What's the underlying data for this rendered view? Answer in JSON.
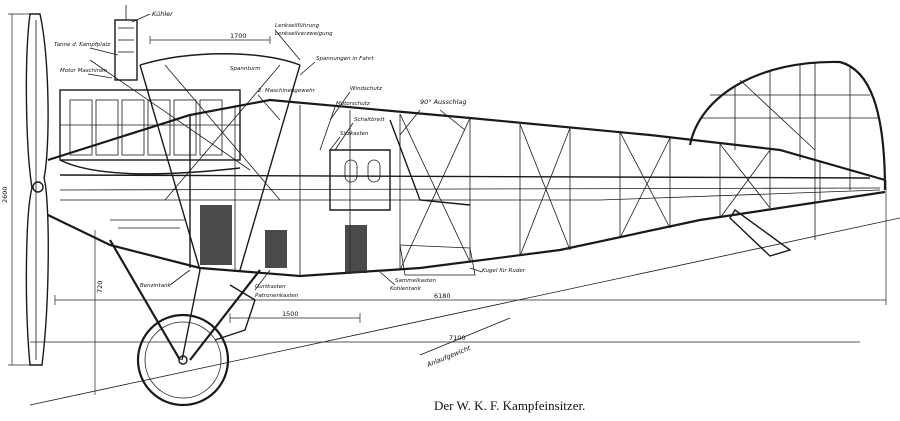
{
  "caption": "Der W. K. F. Kampfeinsitzer.",
  "labels": {
    "kuehler": "Kühler",
    "lenkhebel": "Lenkseilführung",
    "lenkseil": "Lenkseilverzweigung",
    "tanne": "Tanne d. Kampfplatz",
    "motor": "Motor Maschinen",
    "spannturm": "Spannturm",
    "spannungen": "Spannungen in Fahrt",
    "maschinengewehr": "2. Maschinengewehr",
    "windschutz": "Windschutz",
    "motorschutz": "Motorschutz",
    "schaltbrett": "Schaltbrett",
    "sitz": "Sitzkasten",
    "anschlag": "90° Ausschlag",
    "benzintank": "Benzintank",
    "gurtkasten": "Gurtkasten",
    "patronen": "Patronenkasten",
    "sammelkasten": "Sammelkasten",
    "kohlentank": "Kohlentank",
    "kugel": "Kugel für Ruder",
    "anlaufgewicht": "Anlaufgewicht"
  },
  "dimensions": {
    "d1700": "1700",
    "d1500": "1500",
    "d6180": "6180",
    "d7100": "7100",
    "d2600": "2600",
    "d720": "720"
  }
}
